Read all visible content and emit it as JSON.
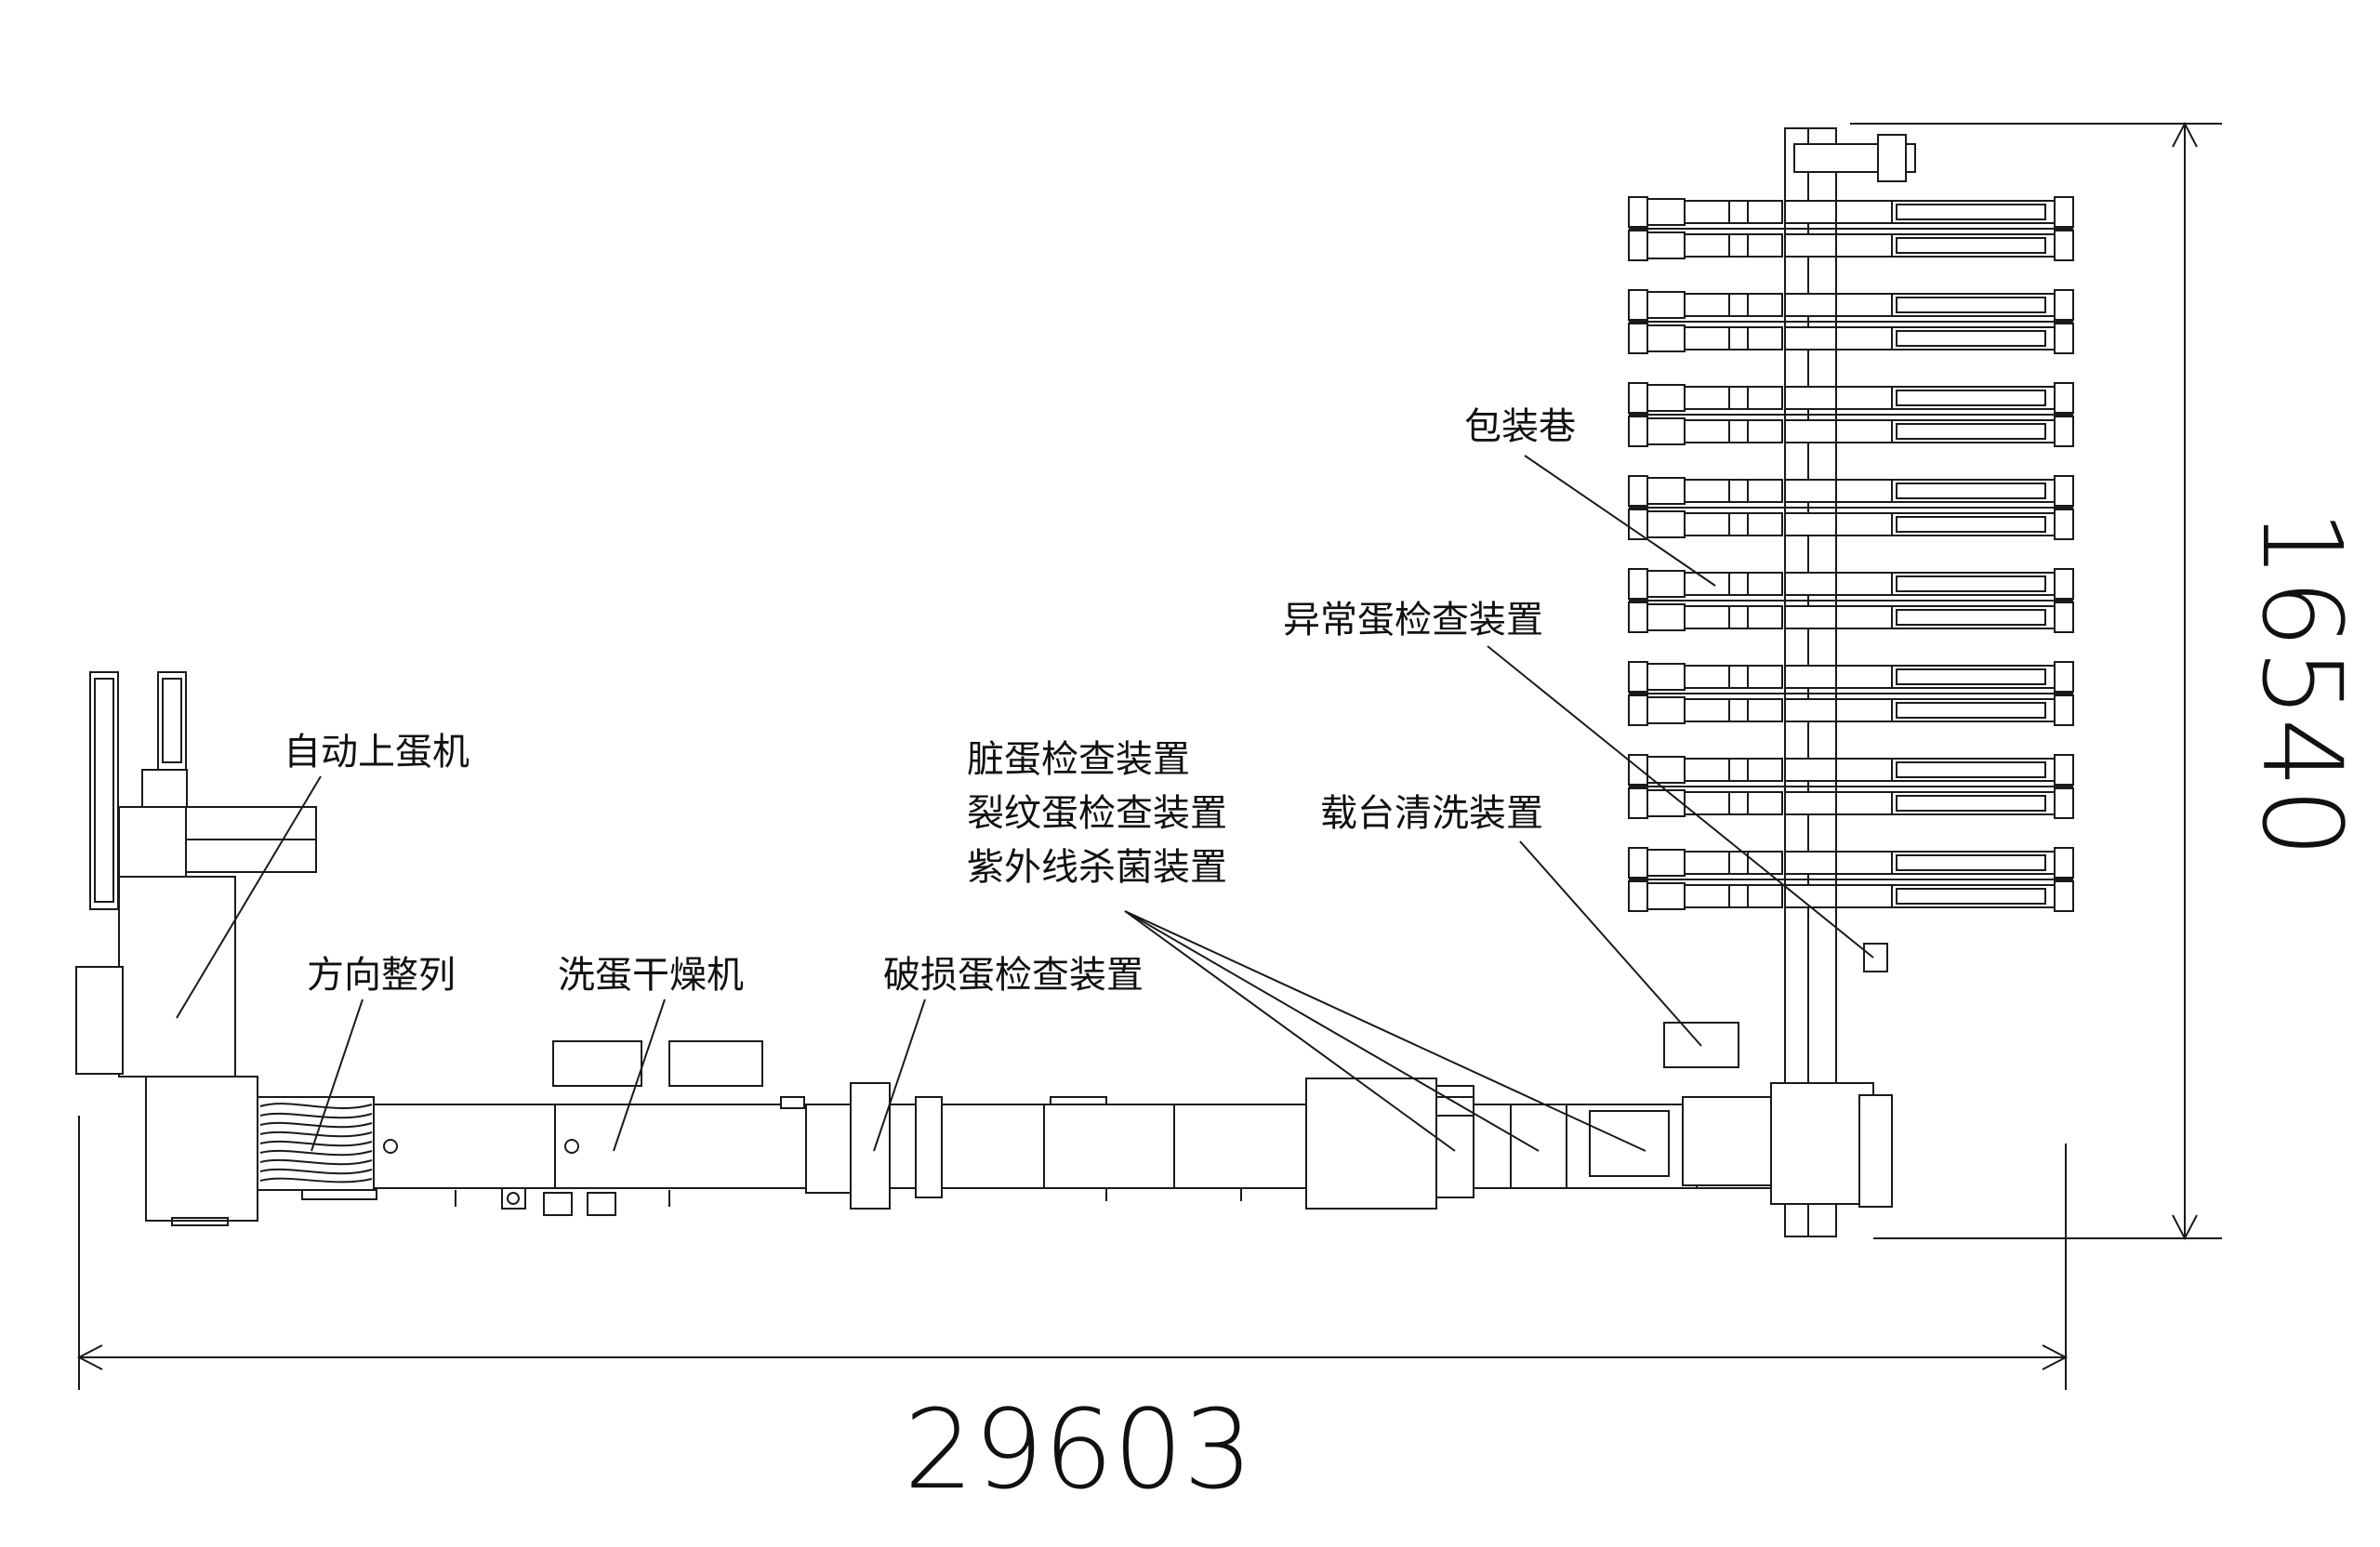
{
  "labels": {
    "auto_loader": "自动上蛋机",
    "orientation": "方向整列",
    "washer_dryer": "洗蛋干燥机",
    "crack_check": "破损蛋检查装置",
    "dirty_check": "脏蛋检查装置",
    "crack_pattern_check": "裂纹蛋检查装置",
    "uv_sterilize": "紫外线杀菌装置",
    "carrier_wash": "载台清洗装置",
    "abnormal_check": "异常蛋检查装置",
    "packing_lanes": "包装巷"
  },
  "dimensions": {
    "width": "29603",
    "height": "16540"
  },
  "packing_lane_count": 8
}
